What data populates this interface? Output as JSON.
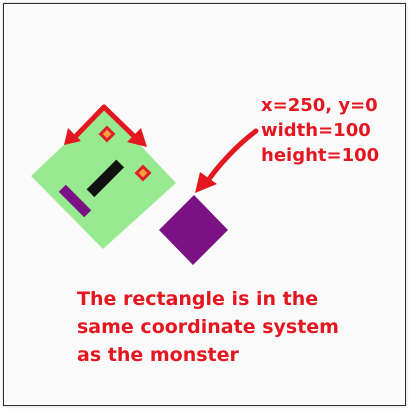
{
  "annotation": {
    "lines": [
      "x=250, y=0",
      "width=100",
      "height=100"
    ]
  },
  "caption": {
    "lines": [
      "The rectangle is in the",
      "same coordinate system",
      "as the monster"
    ]
  },
  "colors": {
    "annotation_red": "#e4161f",
    "monster_green": "#98ea90",
    "monster_eye_orange": "#f2a43a",
    "monster_eye_red": "#e0202a",
    "mouth_black": "#111111",
    "purple": "#7a1184"
  }
}
